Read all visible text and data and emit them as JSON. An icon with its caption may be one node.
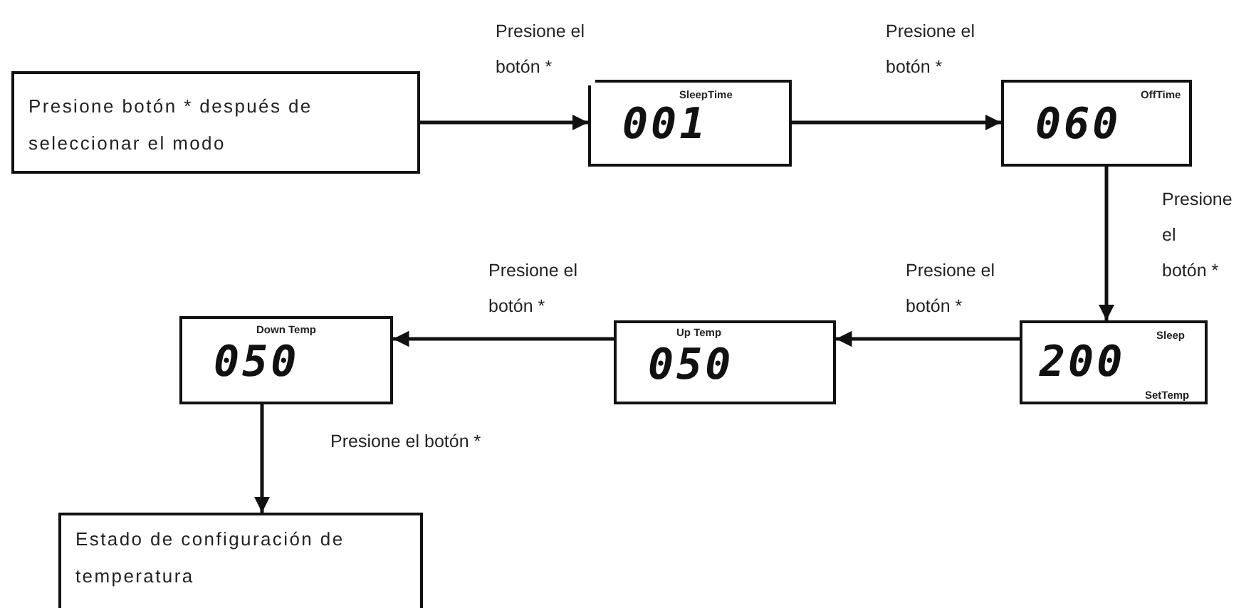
{
  "diagram": {
    "nodes": [
      {
        "text": [
          "Presione botón * después de seleccionar el modo"
        ]
      },
      {
        "text": [
          "SleepTime",
          "001"
        ]
      },
      {
        "text": [
          "OffTime",
          "060"
        ]
      },
      {
        "text": [
          "Sleep",
          "200",
          "SetTemp"
        ]
      },
      {
        "text": [
          "Up Temp",
          "050"
        ]
      },
      {
        "text": [
          "Down Temp",
          "050"
        ]
      },
      {
        "text": [
          "Estado de configuración de temperatura"
        ]
      }
    ],
    "edges": [
      {
        "from": 0,
        "to": 1,
        "arrow": "to",
        "label": "Presione el botón *"
      },
      {
        "from": 1,
        "to": 2,
        "arrow": "to",
        "label": "Presione el botón *"
      },
      {
        "from": 2,
        "to": 3,
        "arrow": "to",
        "label": "Presione el botón *"
      },
      {
        "from": 3,
        "to": 4,
        "arrow": "to",
        "label": "Presione el botón *"
      },
      {
        "from": 4,
        "to": 5,
        "arrow": "to",
        "label": "Presione el botón *"
      },
      {
        "from": 5,
        "to": 6,
        "arrow": "to",
        "label": "Presione el botón *"
      }
    ]
  }
}
